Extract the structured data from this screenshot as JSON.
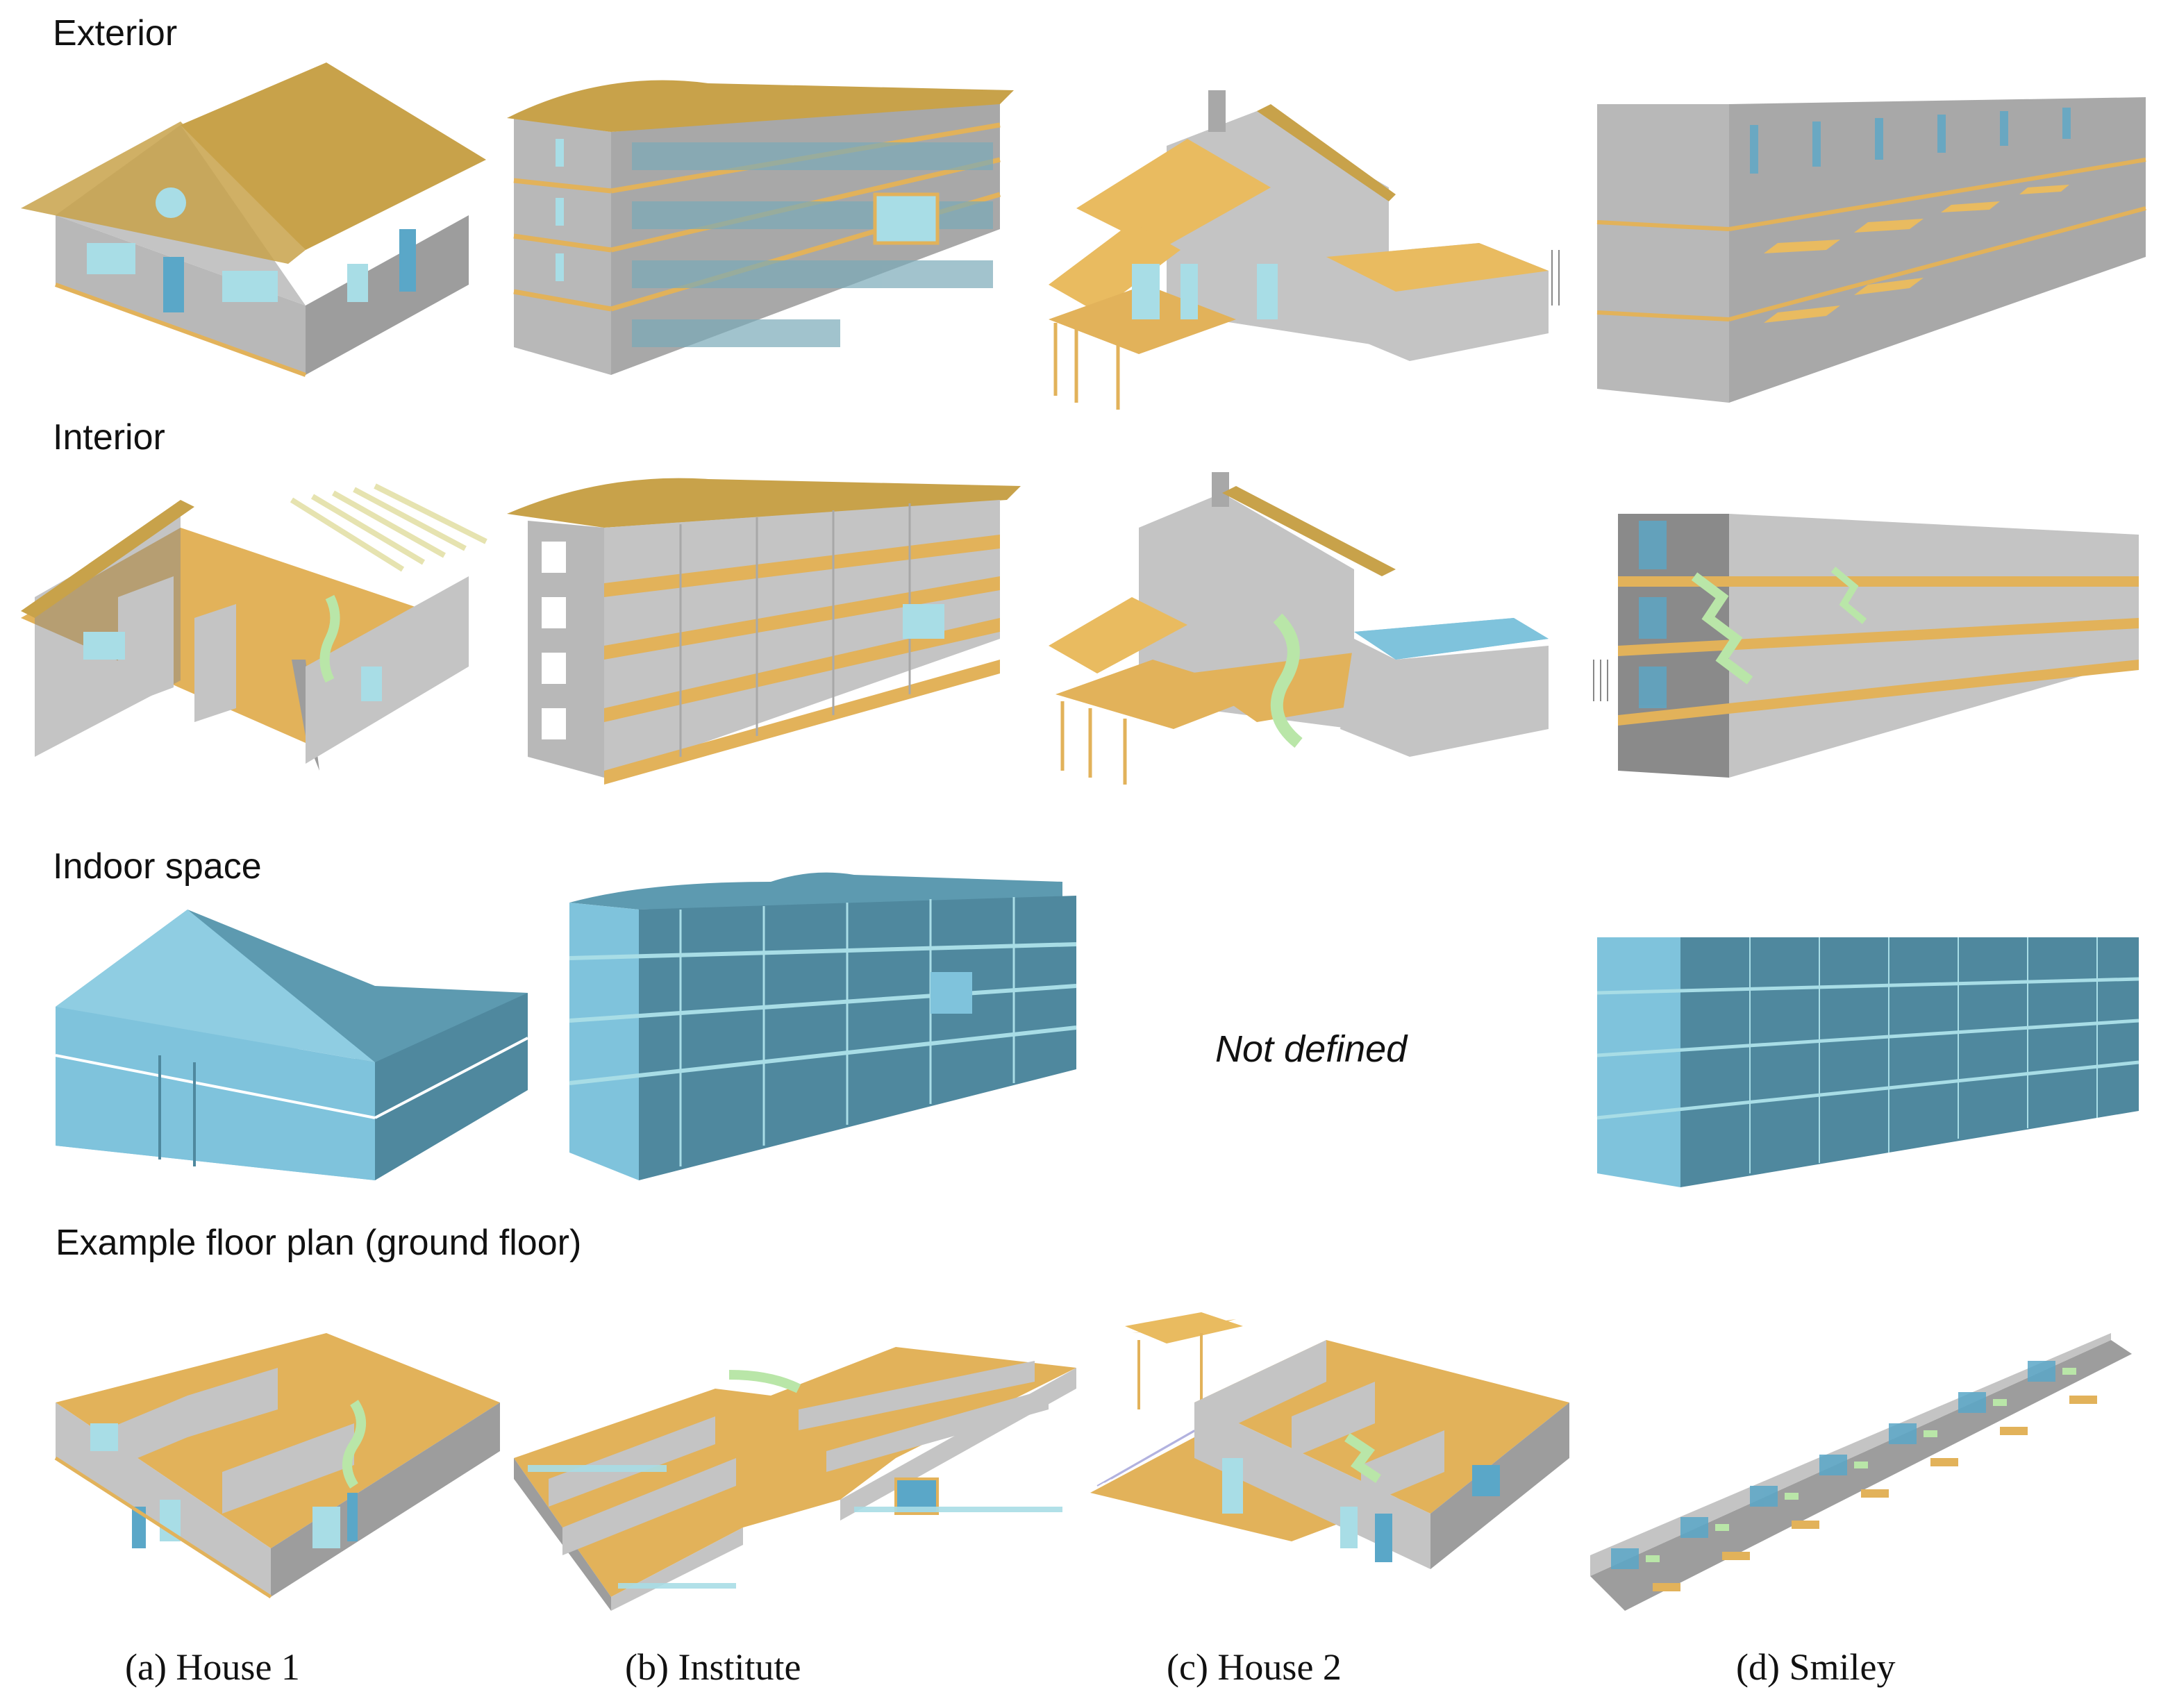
{
  "rows": {
    "exterior": "Exterior",
    "interior": "Interior",
    "indoor_space": "Indoor space",
    "floor_plan": "Example floor plan (ground floor)"
  },
  "not_defined": "Not defined",
  "captions": {
    "a": "(a) House 1",
    "b": "(b) Institute",
    "c": "(c) House 2",
    "d": "(d) Smiley"
  },
  "colors": {
    "wall": "#c4c4c4",
    "wall_dark": "#9d9d9d",
    "roof": "#c8a24a",
    "roof_light": "#e9bb60",
    "trim": "#e2b25a",
    "window": "#a8dde6",
    "door": "#5aa7c8",
    "space": "#7fc3dc",
    "space_dark": "#4f889e",
    "stair": "#b9e6a8",
    "inner": "#7a7a7a"
  }
}
